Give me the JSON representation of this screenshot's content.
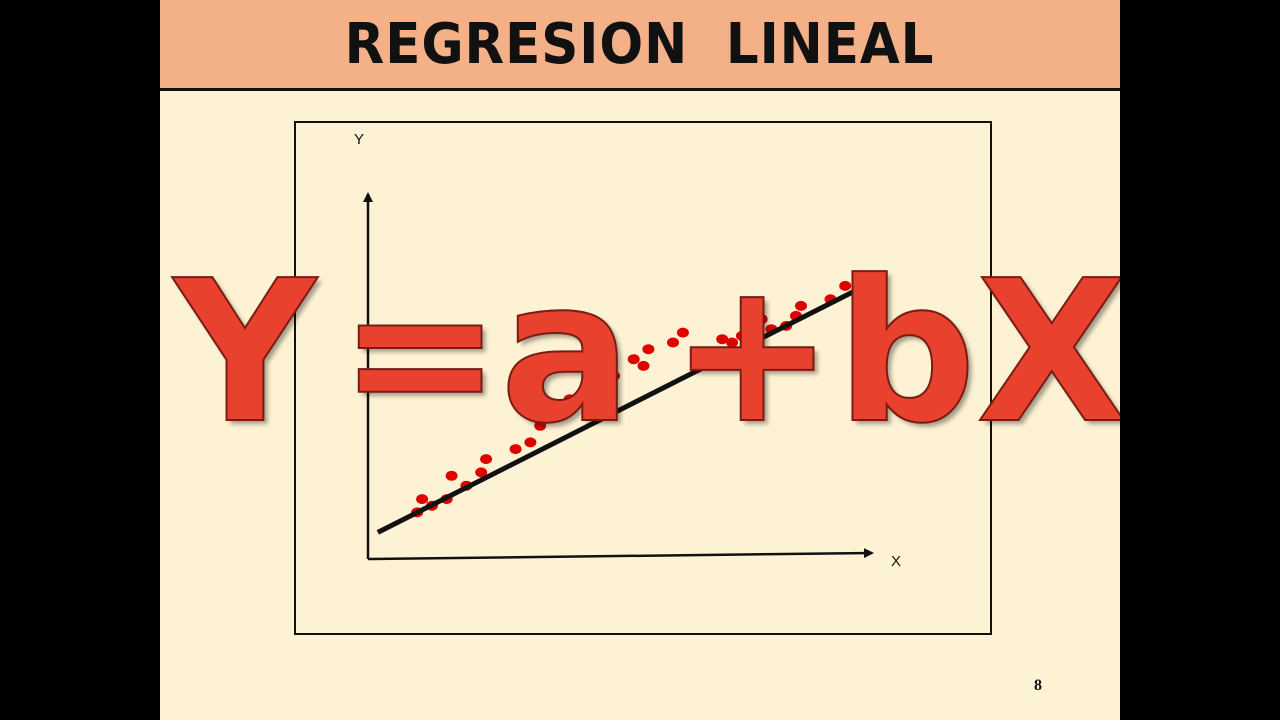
{
  "slide": {
    "title": "REGRESION  LINEAL",
    "page_number": "8",
    "equation": {
      "y": "Y",
      "equals": "=",
      "a": "a",
      "plus": "+",
      "bx": "bX"
    }
  },
  "colors": {
    "background": "#fdf2d3",
    "title_bar": "#f4b188",
    "equation": "#e8412e",
    "points": "#e00000",
    "line": "#111111"
  },
  "chart_data": {
    "type": "scatter",
    "xlabel": "X",
    "ylabel": "Y",
    "xlim": [
      0,
      100
    ],
    "ylim": [
      0,
      100
    ],
    "grid": false,
    "legend": "none",
    "tick_labels": false,
    "series": [
      {
        "points": [
          [
            10,
            14
          ],
          [
            11,
            18
          ],
          [
            13,
            16
          ],
          [
            16,
            18
          ],
          [
            17,
            25
          ],
          [
            20,
            22
          ],
          [
            23,
            26
          ],
          [
            24,
            30
          ],
          [
            30,
            33
          ],
          [
            33,
            35
          ],
          [
            35,
            40
          ],
          [
            39,
            44
          ],
          [
            41,
            48
          ],
          [
            44,
            49
          ],
          [
            48,
            56
          ],
          [
            49,
            52
          ],
          [
            50,
            55
          ],
          [
            54,
            60
          ],
          [
            56,
            58
          ],
          [
            57,
            63
          ],
          [
            62,
            65
          ],
          [
            64,
            68
          ],
          [
            71,
            62
          ],
          [
            72,
            66
          ],
          [
            74,
            65
          ],
          [
            76,
            67
          ],
          [
            78,
            69
          ],
          [
            80,
            72
          ],
          [
            82,
            69
          ],
          [
            85,
            70
          ],
          [
            87,
            73
          ],
          [
            88,
            76
          ],
          [
            94,
            78
          ],
          [
            97,
            82
          ]
        ]
      }
    ],
    "fit_line": {
      "x": [
        2,
        105
      ],
      "y": [
        8,
        85
      ]
    }
  }
}
